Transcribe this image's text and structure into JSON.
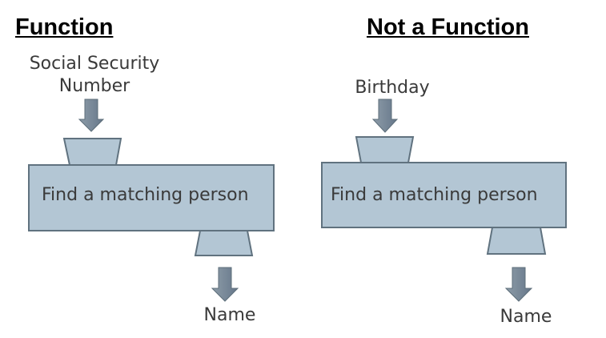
{
  "left": {
    "heading": "Function",
    "input_label_line1": "Social Security",
    "input_label_line2": "Number",
    "box_text": "Find a matching person",
    "output_label": "Name"
  },
  "right": {
    "heading": "Not a Function",
    "input_label": "Birthday",
    "box_text": "Find a matching person",
    "output_label": "Name"
  },
  "colors": {
    "fill": "#b3c6d4",
    "stroke": "#60727f",
    "arrow": "#7a8b97"
  }
}
